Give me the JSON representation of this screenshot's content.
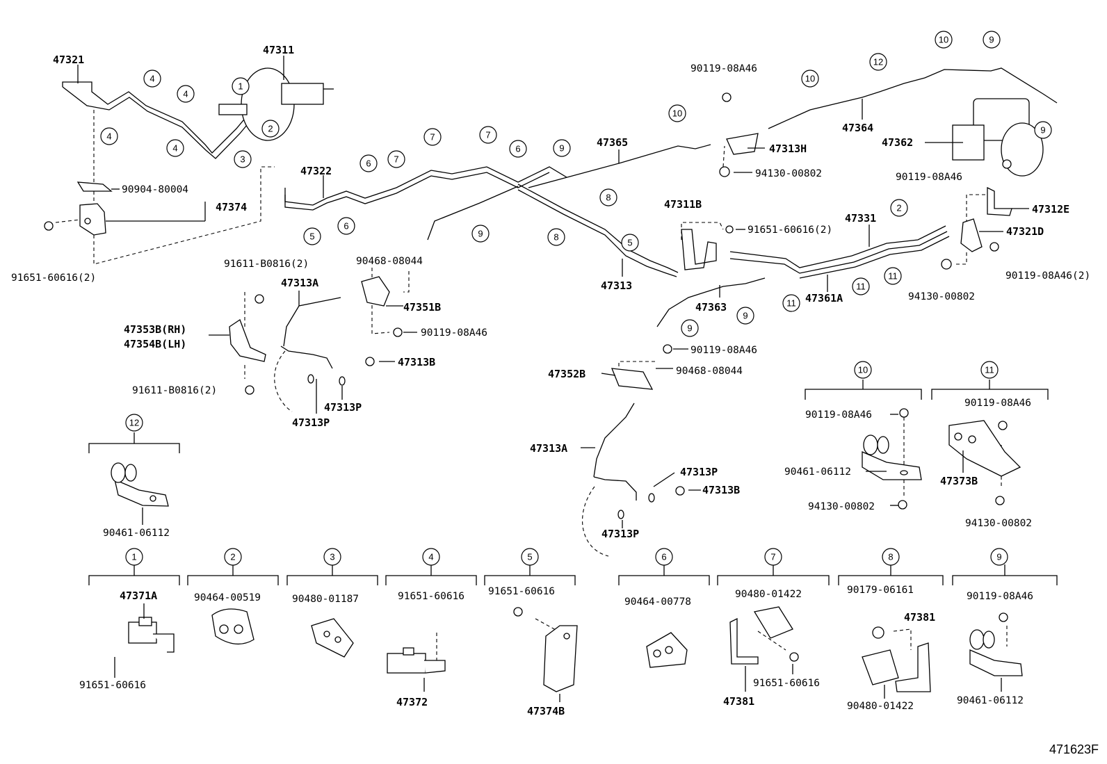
{
  "labels": {
    "p47321": "47321",
    "p47311": "47311",
    "p90904": "90904-80004",
    "p47374": "47374",
    "p91651_2_a": "91651-60616(2)",
    "p47322": "47322",
    "p47365": "47365",
    "p90119_a": "90119-08A46",
    "p47313H": "47313H",
    "p94130_a": "94130-00802",
    "p47364": "47364",
    "p47362": "47362",
    "p90119_b": "90119-08A46",
    "p47312E": "47312E",
    "p47311B": "47311B",
    "p91651_2_b": "91651-60616(2)",
    "p47331": "47331",
    "p47321D": "47321D",
    "p90119_2": "90119-08A46(2)",
    "p94130_b": "94130-00802",
    "p47361A": "47361A",
    "p47363": "47363",
    "p47313": "47313",
    "p90468_a": "90468-08044",
    "p47351B": "47351B",
    "p90119_c": "90119-08A46",
    "p91611_2_a": "91611-B0816(2)",
    "p47313A_a": "47313A",
    "p47353B": "47353B(RH)",
    "p47354B": "47354B(LH)",
    "p47313B_a": "47313B",
    "p47313P_a": "47313P",
    "p47313P_b": "47313P",
    "p91611_2_b": "91611-B0816(2)",
    "p90119_d": "90119-08A46",
    "p90468_b": "90468-08044",
    "p47352B": "47352B",
    "p47313A_b": "47313A",
    "p47313P_c": "47313P",
    "p47313B_b": "47313B",
    "p47313P_d": "47313P",
    "k10_90119": "90119-08A46",
    "k10_90461": "90461-06112",
    "k10_94130": "94130-00802",
    "k11_90119": "90119-08A46",
    "k11_47373B": "47373B",
    "k11_94130": "94130-00802",
    "k12_90461": "90461-06112",
    "k1_47371A": "47371A",
    "k1_91651": "91651-60616",
    "k2_90464": "90464-00519",
    "k3_90480": "90480-01187",
    "k4_91651": "91651-60616",
    "k4_47372": "47372",
    "k5_91651": "91651-60616",
    "k5_47374B": "47374B",
    "k6_90464": "90464-00778",
    "k7_90480": "90480-01422",
    "k7_47381": "47381",
    "k7_91651": "91651-60616",
    "k8_90179": "90179-06161",
    "k8_47381": "47381",
    "k8_90480": "90480-01422",
    "k9_90119": "90119-08A46",
    "k9_90461": "90461-06112"
  },
  "callouts": {
    "c1": "1",
    "c2": "2",
    "c3": "3",
    "c4": "4",
    "c5": "5",
    "c6": "6",
    "c7": "7",
    "c8": "8",
    "c9": "9",
    "c10": "10",
    "c11": "11",
    "c12": "12"
  },
  "figure_code": "471623F"
}
